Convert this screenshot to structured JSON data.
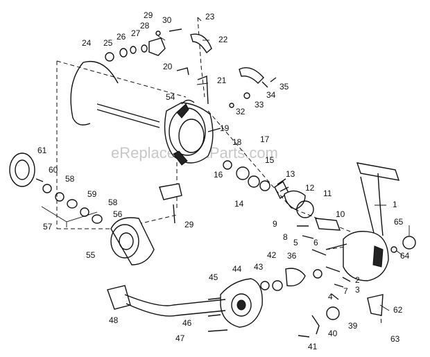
{
  "watermark": "eReplacementParts.com",
  "callouts": [
    {
      "id": "1",
      "text": "1"
    },
    {
      "id": "2",
      "text": "2"
    },
    {
      "id": "3",
      "text": "3"
    },
    {
      "id": "4",
      "text": "4"
    },
    {
      "id": "5",
      "text": "5"
    },
    {
      "id": "6",
      "text": "6"
    },
    {
      "id": "7",
      "text": "7"
    },
    {
      "id": "8",
      "text": "8"
    },
    {
      "id": "9",
      "text": "9"
    },
    {
      "id": "10",
      "text": "10"
    },
    {
      "id": "11",
      "text": "11"
    },
    {
      "id": "12",
      "text": "12"
    },
    {
      "id": "13",
      "text": "13"
    },
    {
      "id": "14",
      "text": "14"
    },
    {
      "id": "15",
      "text": "15"
    },
    {
      "id": "16",
      "text": "16"
    },
    {
      "id": "17",
      "text": "17"
    },
    {
      "id": "18",
      "text": "18"
    },
    {
      "id": "19",
      "text": "19"
    },
    {
      "id": "20",
      "text": "20"
    },
    {
      "id": "21",
      "text": "21"
    },
    {
      "id": "22",
      "text": "22"
    },
    {
      "id": "23",
      "text": "23"
    },
    {
      "id": "24",
      "text": "24"
    },
    {
      "id": "25",
      "text": "25"
    },
    {
      "id": "26",
      "text": "26"
    },
    {
      "id": "27",
      "text": "27"
    },
    {
      "id": "28",
      "text": "28"
    },
    {
      "id": "29a",
      "text": "29"
    },
    {
      "id": "29b",
      "text": "29"
    },
    {
      "id": "30",
      "text": "30"
    },
    {
      "id": "32",
      "text": "32"
    },
    {
      "id": "33",
      "text": "33"
    },
    {
      "id": "34",
      "text": "34"
    },
    {
      "id": "35",
      "text": "35"
    },
    {
      "id": "36",
      "text": "36"
    },
    {
      "id": "39",
      "text": "39"
    },
    {
      "id": "40",
      "text": "40"
    },
    {
      "id": "41",
      "text": "41"
    },
    {
      "id": "42",
      "text": "42"
    },
    {
      "id": "43",
      "text": "43"
    },
    {
      "id": "44",
      "text": "44"
    },
    {
      "id": "45",
      "text": "45"
    },
    {
      "id": "46",
      "text": "46"
    },
    {
      "id": "47",
      "text": "47"
    },
    {
      "id": "48",
      "text": "48"
    },
    {
      "id": "54",
      "text": "54"
    },
    {
      "id": "55",
      "text": "55"
    },
    {
      "id": "56",
      "text": "56"
    },
    {
      "id": "57",
      "text": "57"
    },
    {
      "id": "58a",
      "text": "58"
    },
    {
      "id": "58b",
      "text": "58"
    },
    {
      "id": "59",
      "text": "59"
    },
    {
      "id": "60",
      "text": "60"
    },
    {
      "id": "61",
      "text": "61"
    },
    {
      "id": "62",
      "text": "62"
    },
    {
      "id": "63",
      "text": "63"
    },
    {
      "id": "64",
      "text": "64"
    },
    {
      "id": "65",
      "text": "65"
    }
  ]
}
